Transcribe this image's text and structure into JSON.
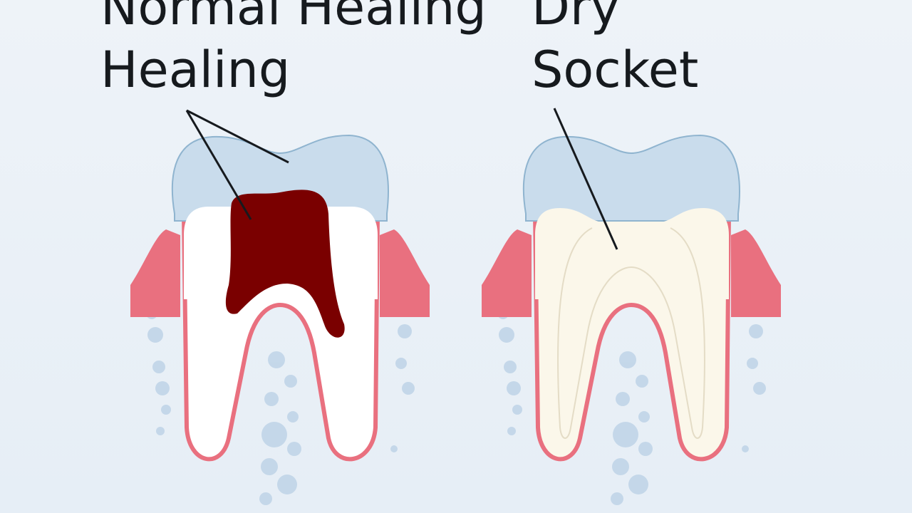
{
  "left_panel": {
    "title_line1": "Normal Healing",
    "title_line2": "Healing",
    "clot_color": "#7a0000"
  },
  "right_panel": {
    "title_line1": "Dry",
    "title_line2": "Socket",
    "exposed_color": "#fbf7ea"
  },
  "colors": {
    "enamel": "#c9dcec",
    "gum": "#e9707f",
    "bone": "#bcd2e6"
  }
}
